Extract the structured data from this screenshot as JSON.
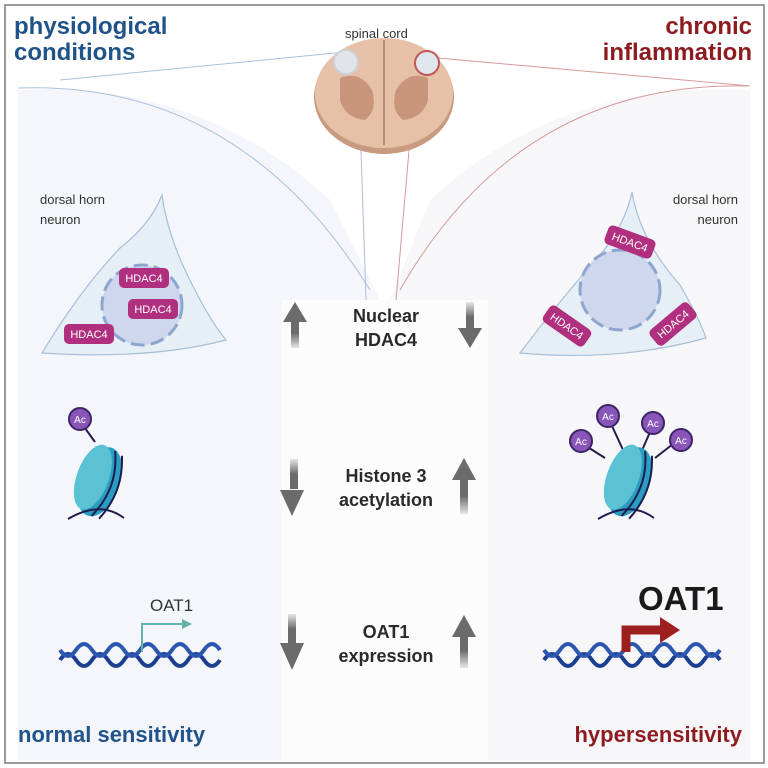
{
  "titles": {
    "left": "physiological conditions",
    "left_line1": "physiological",
    "left_line2": "conditions",
    "right_line1": "chronic",
    "right_line2": "inflammation"
  },
  "spinal_cord_label": "spinal cord",
  "neuron_label": {
    "line1": "dorsal horn",
    "line2": "neuron"
  },
  "protein_label": "HDAC4",
  "acetyl_label": "Ac",
  "center": {
    "row1": {
      "line1": "Nuclear",
      "line2": "HDAC4",
      "left_arrow": "up",
      "right_arrow": "down"
    },
    "row2": {
      "line1": "Histone 3",
      "line2": "acetylation",
      "left_arrow": "down",
      "right_arrow": "up"
    },
    "row3": {
      "line1": "OAT1",
      "line2": "expression",
      "left_arrow": "down",
      "right_arrow": "up"
    }
  },
  "gene_label_left": "OAT1",
  "gene_label_right": "OAT1",
  "bottom": {
    "left": "normal sensitivity",
    "right": "hypersensitivity"
  },
  "colors": {
    "blue_title": "#1f5389",
    "red_title": "#8e1b1f",
    "hdac4": "#b0307f",
    "acetyl": "#8a55b8",
    "nucleosome": "#3aaec6",
    "dna": "#1d3f8f",
    "arrow_gray": "#6b6b6b",
    "promoter_teal": "#5fb3a9",
    "promoter_red": "#9e1f1f"
  }
}
